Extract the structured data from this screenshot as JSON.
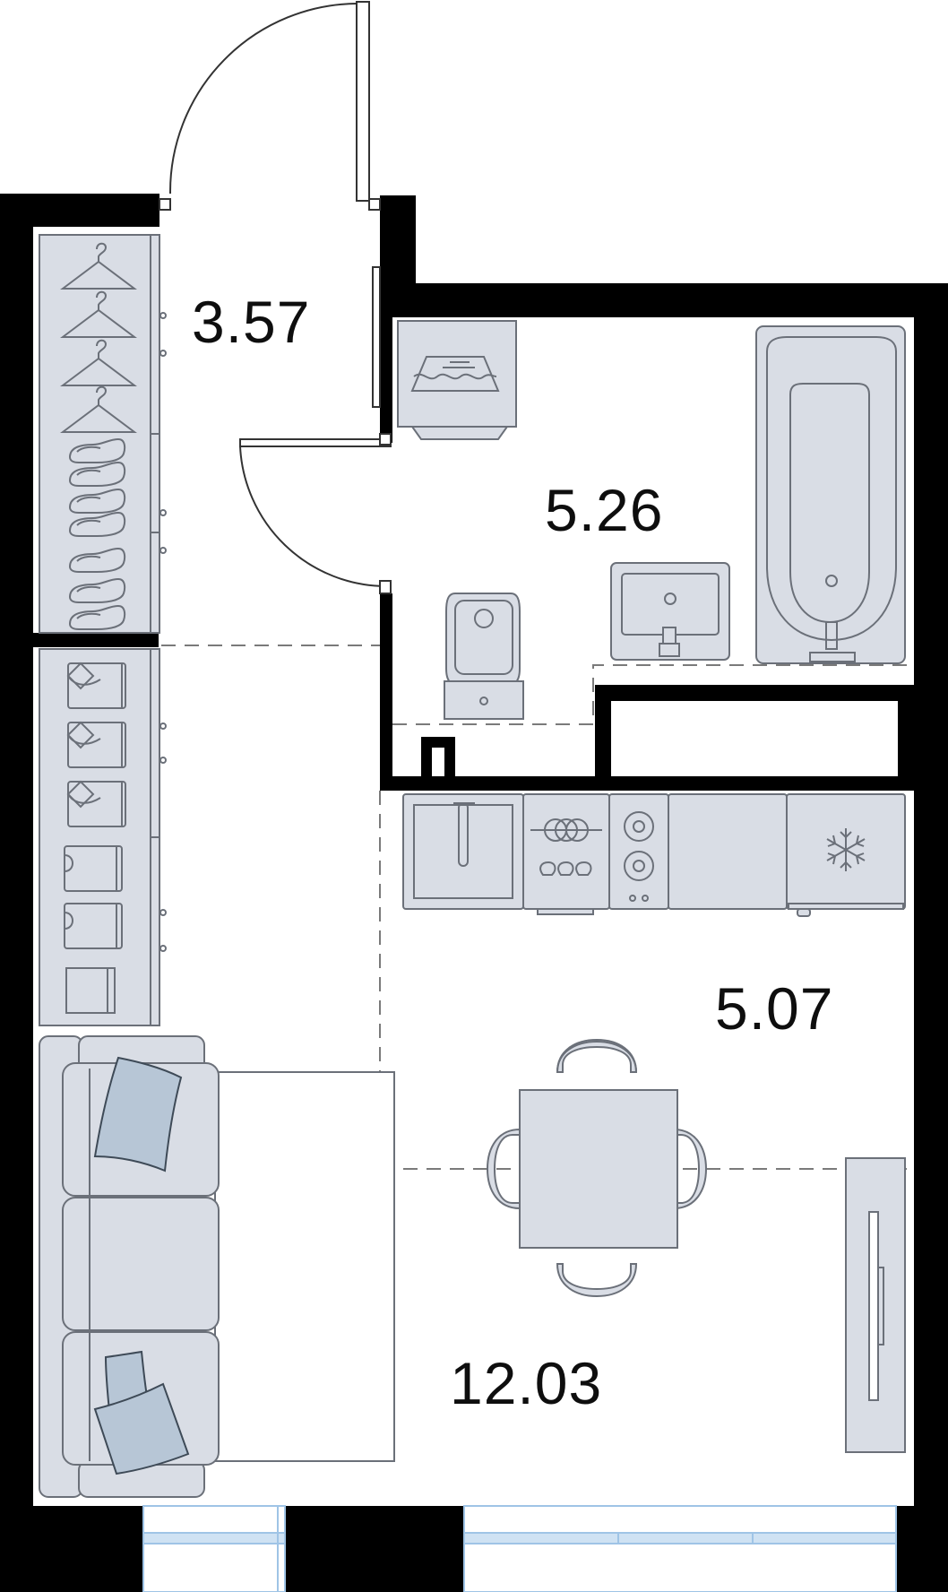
{
  "plan": {
    "rooms": [
      {
        "id": "hallway",
        "area": "3.57"
      },
      {
        "id": "bathroom",
        "area": "5.26"
      },
      {
        "id": "kitchen",
        "area": "5.07"
      },
      {
        "id": "living",
        "area": "12.03"
      }
    ],
    "colors": {
      "wall": "#000000",
      "furniture_fill": "#d9dde5",
      "furniture_stroke": "#6b7079",
      "pillow": "#b7c6d6",
      "window": "#9fc4e6",
      "dashed": "#7a7a7a"
    },
    "icons": [
      "hanger-icon",
      "shoe-icon",
      "folded-shirt-icon",
      "snowflake-icon",
      "faucet-icon",
      "burner-icon"
    ]
  }
}
